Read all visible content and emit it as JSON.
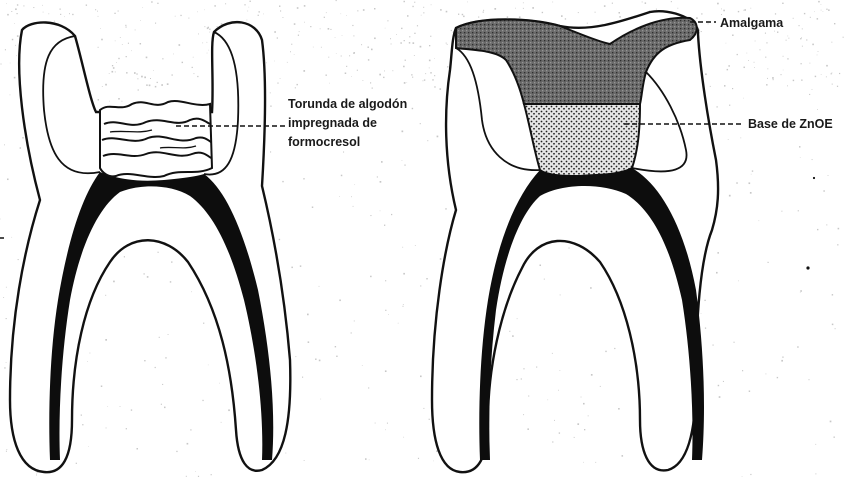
{
  "labels": {
    "cotton_pellet": [
      "Torunda de algodón",
      "impregnada de",
      "formocresol"
    ],
    "amalgam": "Amalgama",
    "zoe_base": "Base de ZnOE"
  },
  "colors": {
    "background": "#ffffff",
    "ink": "#111111",
    "paper_speckle": "#9a9a9a",
    "amalgam_fill": "#5f5f5f",
    "zoe_fill": "#d9d9d9"
  }
}
